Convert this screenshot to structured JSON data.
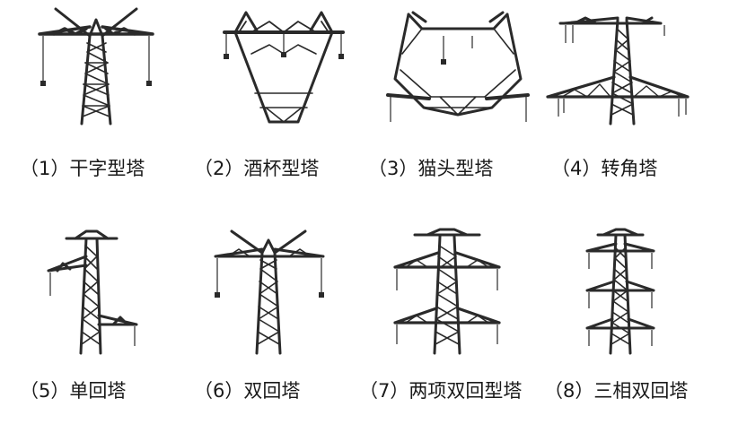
{
  "figure": {
    "towers": [
      {
        "id": 1,
        "caption": "（1）干字型塔"
      },
      {
        "id": 2,
        "caption": "（2）酒杯型塔"
      },
      {
        "id": 3,
        "caption": "（3）猫头型塔"
      },
      {
        "id": 4,
        "caption": "（4）转角塔"
      },
      {
        "id": 5,
        "caption": "（5）单回塔"
      },
      {
        "id": 6,
        "caption": "（6）双回塔"
      },
      {
        "id": 7,
        "caption": "（7）两项双回型塔"
      },
      {
        "id": 8,
        "caption": "（8）三相双回塔"
      }
    ],
    "colors": {
      "steel": "#2a2a2a",
      "text": "#1a1a1a",
      "background": "#ffffff"
    }
  }
}
